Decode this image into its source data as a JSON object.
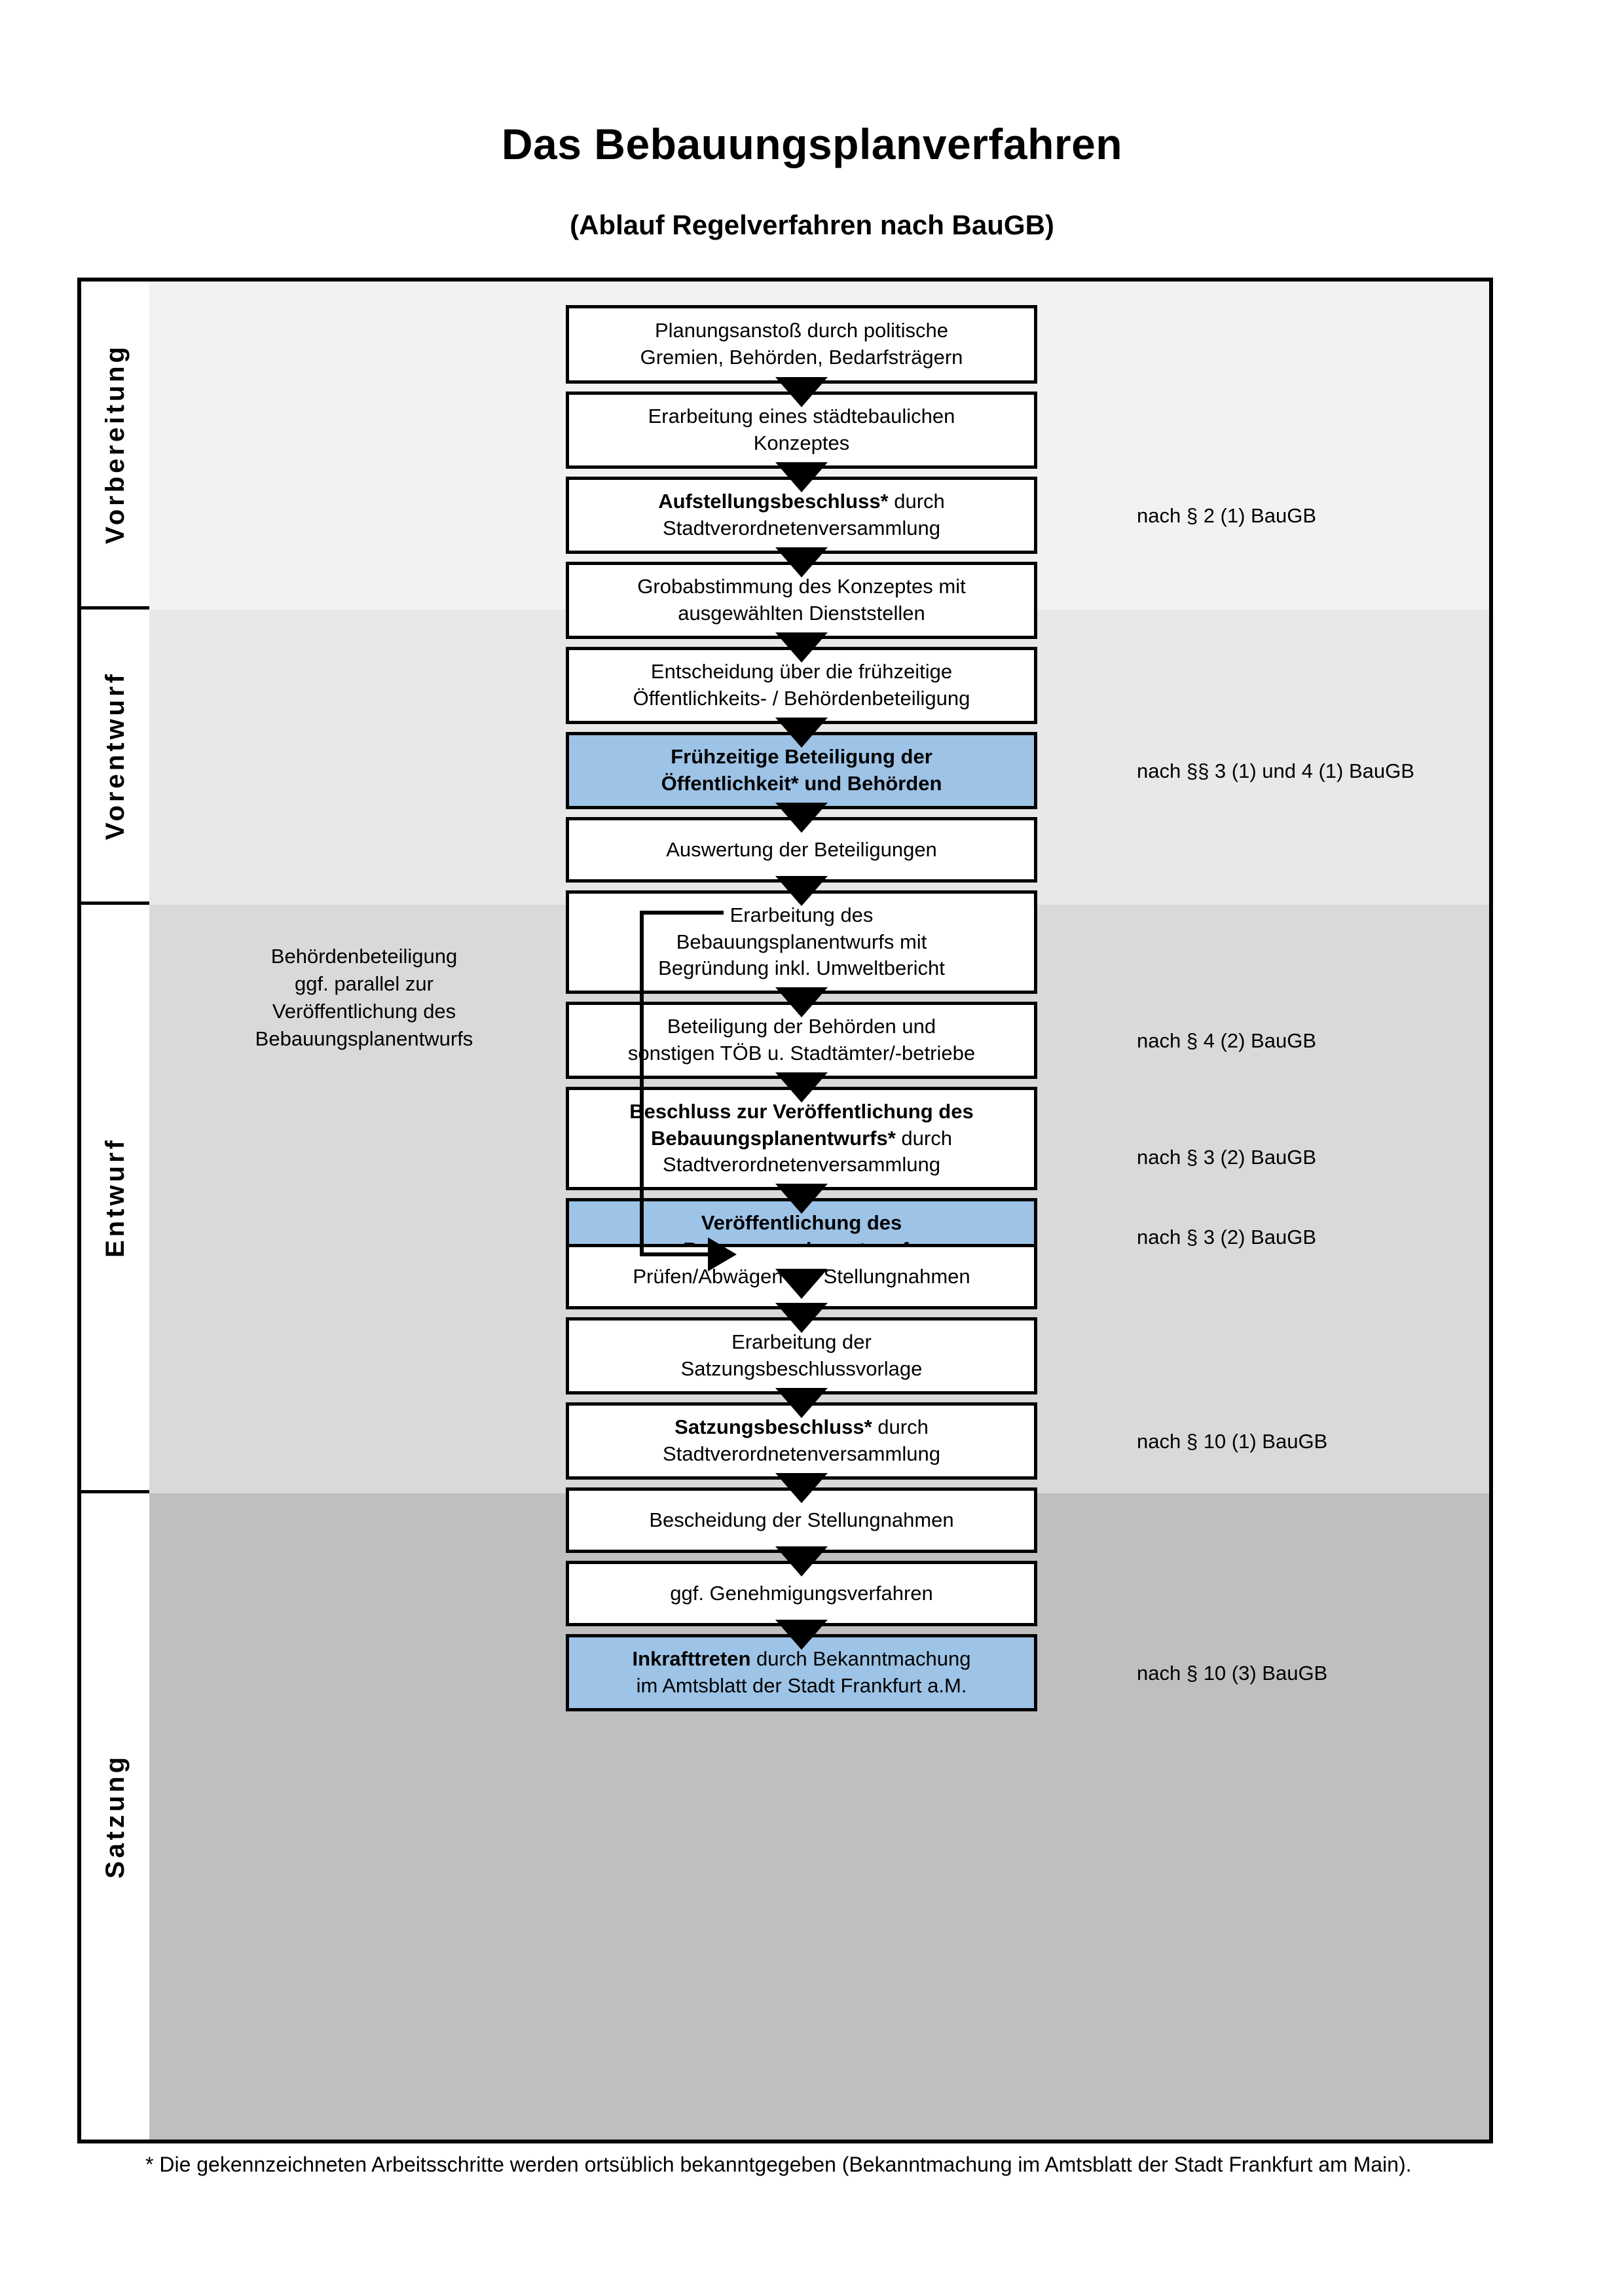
{
  "document": {
    "title": "Das Bebauungsplanverfahren",
    "subtitle": "(Ablauf Regelverfahren nach BauGB)",
    "footnote": "* Die gekennzeichneten Arbeitsschritte werden ortsüblich bekanntgegeben (Bekanntmachung im Amtsblatt  der Stadt Frankfurt am Main)."
  },
  "colors": {
    "highlight_blue": "#9dc3e6",
    "band_vorbereitung": "#f2f2f2",
    "band_vorentwurf": "#e8e8e8",
    "band_entwurf": "#d9d9d9",
    "band_satzung": "#bfbfbf",
    "border": "#000000"
  },
  "phases": [
    {
      "label": "Vorbereitung"
    },
    {
      "label": "Vorentwurf"
    },
    {
      "label": "Entwurf"
    },
    {
      "label": "Satzung"
    }
  ],
  "steps": [
    {
      "id": "planungsanstoss",
      "phase": "Vorbereitung",
      "highlight": false,
      "lines": [
        {
          "text": "Planungsanstoß durch politische",
          "bold": false
        },
        {
          "text": "Gremien, Behörden, Bedarfsträgern",
          "bold": false
        }
      ]
    },
    {
      "id": "staedtebauliches-konzept",
      "phase": "Vorbereitung",
      "highlight": false,
      "lines": [
        {
          "text": "Erarbeitung eines städtebaulichen",
          "bold": false
        },
        {
          "text": "Konzeptes",
          "bold": false
        }
      ]
    },
    {
      "id": "aufstellungsbeschluss",
      "phase": "Vorbereitung",
      "highlight": false,
      "lines": [
        {
          "text": "Aufstellungsbeschluss*",
          "bold": true,
          "suffix": " durch"
        },
        {
          "text": "Stadtverordnetenversammlung",
          "bold": false
        }
      ]
    },
    {
      "id": "grobabstimmung",
      "phase": "Vorentwurf",
      "highlight": false,
      "lines": [
        {
          "text": "Grobabstimmung des Konzeptes mit",
          "bold": false
        },
        {
          "text": "ausgewählten Dienststellen",
          "bold": false
        }
      ]
    },
    {
      "id": "entscheidung-fruehzeitige-beteiligung",
      "phase": "Vorentwurf",
      "highlight": false,
      "lines": [
        {
          "text": "Entscheidung über die frühzeitige",
          "bold": false
        },
        {
          "text": "Öffentlichkeits- / Behördenbeteiligung",
          "bold": false
        }
      ]
    },
    {
      "id": "fruehzeitige-beteiligung",
      "phase": "Vorentwurf",
      "highlight": true,
      "lines": [
        {
          "text": "Frühzeitige Beteiligung der",
          "bold": true
        },
        {
          "text": "Öffentlichkeit* und Behörden",
          "bold": true
        }
      ]
    },
    {
      "id": "auswertung-beteiligungen",
      "phase": "Entwurf",
      "highlight": false,
      "lines": [
        {
          "text": "Auswertung der Beteiligungen",
          "bold": false
        }
      ]
    },
    {
      "id": "erarbeitung-bebauungsplanentwurf",
      "phase": "Entwurf",
      "highlight": false,
      "lines": [
        {
          "text": "Erarbeitung des",
          "bold": false
        },
        {
          "text": "Bebauungsplanentwurfs mit",
          "bold": false
        },
        {
          "text": "Begründung inkl. Umweltbericht",
          "bold": false
        }
      ]
    },
    {
      "id": "beteiligung-behoerden-toeb",
      "phase": "Entwurf",
      "highlight": false,
      "lines": [
        {
          "text": "Beteiligung der Behörden und",
          "bold": false
        },
        {
          "text": "sonstigen TÖB u. Stadtämter/-betriebe",
          "bold": false
        }
      ]
    },
    {
      "id": "beschluss-veroeffentlichung",
      "phase": "Entwurf",
      "highlight": false,
      "lines": [
        {
          "text": "Beschluss zur Veröffentlichung des",
          "bold": true
        },
        {
          "text": "Bebauungsplanentwurfs*",
          "bold": true,
          "suffix": " durch"
        },
        {
          "text": "Stadtverordnetenversammlung",
          "bold": false
        }
      ]
    },
    {
      "id": "veroeffentlichung-entwurf",
      "phase": "Entwurf",
      "highlight": true,
      "lines": [
        {
          "text": "Veröffentlichung des",
          "bold": true
        },
        {
          "text": "Bebauungsplanentwurfs",
          "bold": true
        }
      ]
    },
    {
      "id": "pruefen-abwaegen",
      "phase": "Satzung",
      "highlight": false,
      "lines": [
        {
          "text": "Prüfen/Abwägen der Stellungnahmen",
          "bold": false
        }
      ]
    },
    {
      "id": "satzungsbeschlussvorlage",
      "phase": "Satzung",
      "highlight": false,
      "lines": [
        {
          "text": "Erarbeitung der",
          "bold": false
        },
        {
          "text": "Satzungsbeschlussvorlage",
          "bold": false
        }
      ]
    },
    {
      "id": "satzungsbeschluss",
      "phase": "Satzung",
      "highlight": false,
      "lines": [
        {
          "text": "Satzungsbeschluss*",
          "bold": true,
          "suffix": " durch"
        },
        {
          "text": "Stadtverordnetenversammlung",
          "bold": false
        }
      ]
    },
    {
      "id": "bescheidung-stellungnahmen",
      "phase": "Satzung",
      "highlight": false,
      "lines": [
        {
          "text": "Bescheidung der Stellungnahmen",
          "bold": false
        }
      ]
    },
    {
      "id": "genehmigungsverfahren",
      "phase": "Satzung",
      "highlight": false,
      "lines": [
        {
          "text": "ggf. Genehmigungsverfahren",
          "bold": false
        }
      ]
    },
    {
      "id": "inkrafttreten",
      "phase": "Satzung",
      "highlight": true,
      "lines": [
        {
          "text": "Inkrafttreten",
          "bold": true,
          "suffix": " durch Bekanntmachung"
        },
        {
          "text": "im Amtsblatt der Stadt Frankfurt a.M.",
          "bold": false
        }
      ]
    }
  ],
  "law_notes": [
    {
      "id": "law-aufstellungsbeschluss",
      "text": "nach § 2 (1) BauGB"
    },
    {
      "id": "law-fruehzeitige-beteiligung",
      "text": "nach §§ 3 (1) und 4 (1) BauGB"
    },
    {
      "id": "law-beteiligung-behoerden",
      "text": "nach § 4 (2) BauGB"
    },
    {
      "id": "law-beschluss-veroeffentlichung",
      "text": "nach § 3 (2) BauGB"
    },
    {
      "id": "law-veroeffentlichung-entwurf",
      "text": "nach § 3 (2) BauGB"
    },
    {
      "id": "law-satzungsbeschluss",
      "text": "nach § 10 (1) BauGB"
    },
    {
      "id": "law-inkrafttreten",
      "text": "nach § 10 (3) BauGB"
    }
  ],
  "side_note": {
    "lines": [
      "Behördenbeteiligung",
      "ggf. parallel zur",
      "Veröffentlichung des",
      "Bebauungsplanentwurfs"
    ]
  }
}
